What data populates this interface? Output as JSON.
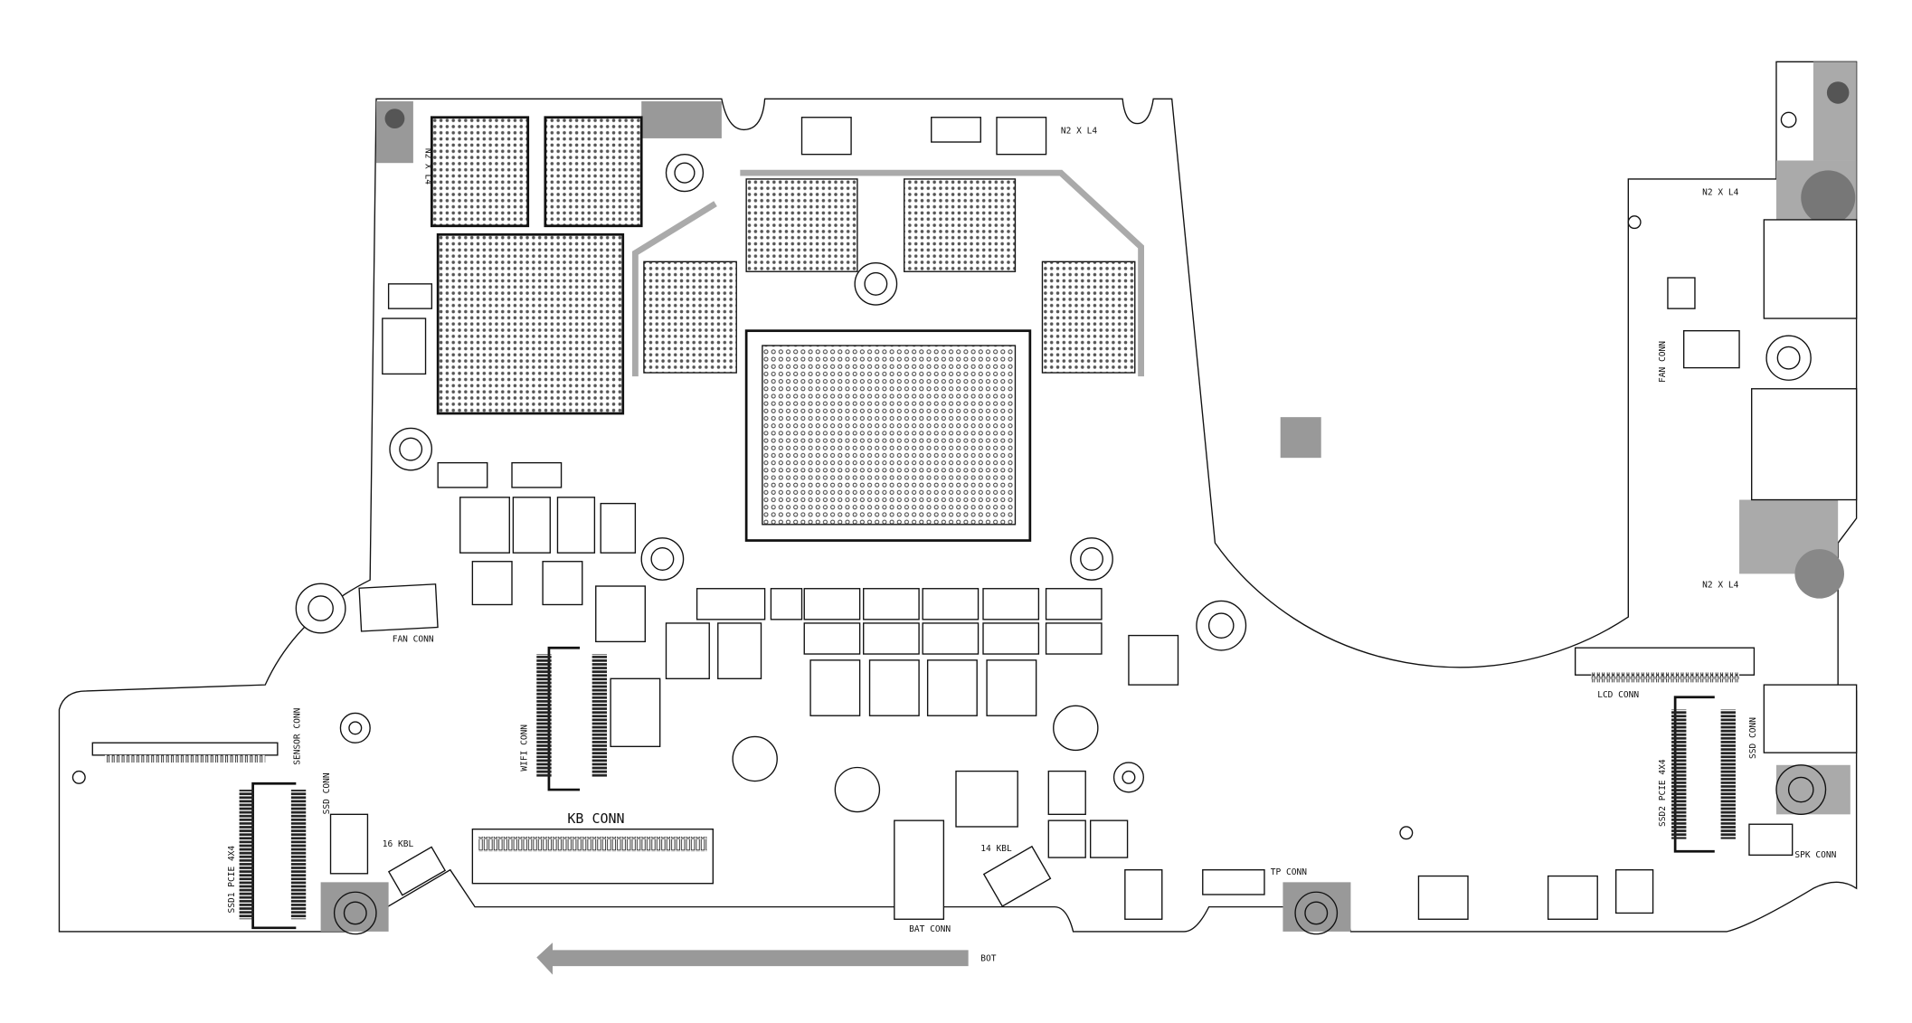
{
  "board": {
    "labels": {
      "n2_top_left": "N2 X L4",
      "n2_top_center": "N2 X L4",
      "n2_right_top": "N2 X L4",
      "n2_right_mid": "N2 X L4",
      "fan_conn_left": "FAN CONN",
      "fan_conn_right": "FAN CONN",
      "wifi_conn": "WIFI CONN",
      "kb_conn": "KB CONN",
      "bat_conn": "BAT CONN",
      "kbl_14": "14 KBL",
      "kbl_16": "16 KBL",
      "tp_conn": "TP CONN",
      "lcd_conn": "LCD CONN",
      "ssd2": "SSD2 PCIE 4X4",
      "ssd_conn_right": "SSD CONN",
      "ssd_conn_left": "SSD CONN",
      "spk_conn": "SPK CONN",
      "sensor_conn": "SENSOR CONN",
      "ssd1": "SSD1 PCIE 4X4",
      "bot": "BOT"
    },
    "colors": {
      "outline": "#111111",
      "pad_gray": "#999999",
      "copper_gray": "#a8a8a8"
    }
  }
}
